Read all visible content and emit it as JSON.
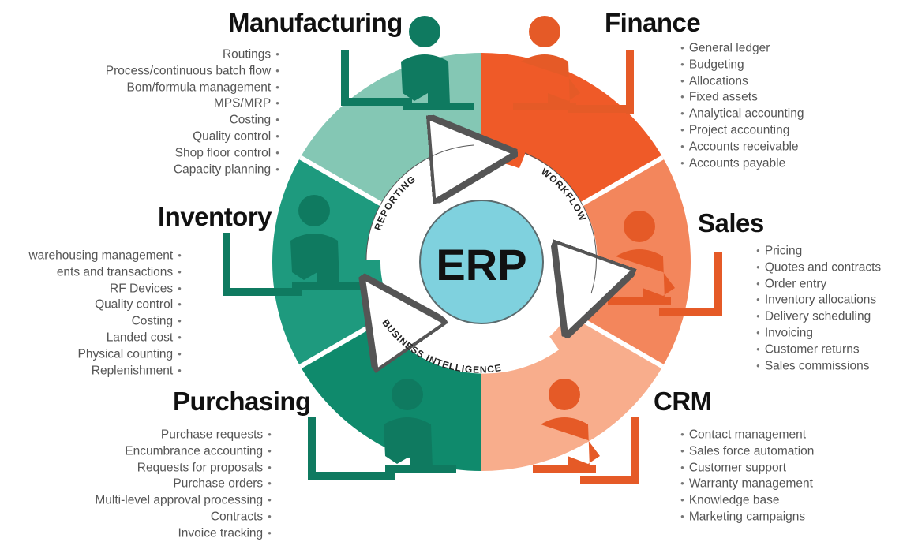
{
  "center": {
    "label": "ERP"
  },
  "flows": {
    "reporting": "REPORTING",
    "workflow": "WORKFLOW",
    "business_intelligence": "BUSINESS INTELLIGENCE"
  },
  "colors": {
    "manufacturing": "#84c7b4",
    "inventory": "#1e9a7e",
    "purchasing": "#0f8a6c",
    "finance": "#ef5a28",
    "sales": "#f3865c",
    "crm": "#f8ad8c",
    "center": "#7fd1de",
    "figure_green": "#0f7a60",
    "figure_orange": "#e55a27"
  },
  "modules": {
    "manufacturing": {
      "title": "Manufacturing",
      "features": [
        "Routings",
        "Process/continuous batch flow",
        "Bom/formula management",
        "MPS/MRP",
        "Costing",
        "Quality control",
        "Shop floor control",
        "Capacity planning"
      ]
    },
    "finance": {
      "title": "Finance",
      "features": [
        "General ledger",
        "Budgeting",
        "Allocations",
        "Fixed assets",
        "Analytical accounting",
        "Project accounting",
        "Accounts receivable",
        "Accounts payable"
      ]
    },
    "inventory": {
      "title": "Inventory",
      "features": [
        "warehousing management",
        "ents and transactions",
        "RF Devices",
        "Quality control",
        "Costing",
        "Landed cost",
        "Physical counting",
        "Replenishment"
      ]
    },
    "sales": {
      "title": "Sales",
      "features": [
        "Pricing",
        "Quotes and contracts",
        "Order entry",
        "Inventory allocations",
        "Delivery scheduling",
        "Invoicing",
        "Customer returns",
        "Sales commissions"
      ]
    },
    "purchasing": {
      "title": "Purchasing",
      "features": [
        "Purchase requests",
        "Encumbrance accounting",
        "Requests for proposals",
        "Purchase orders",
        "Multi-level approval processing",
        "Contracts",
        "Invoice tracking"
      ]
    },
    "crm": {
      "title": "CRM",
      "features": [
        "Contact management",
        "Sales force automation",
        "Customer support",
        "Warranty management",
        "Knowledge base",
        "Marketing campaigns"
      ]
    }
  }
}
